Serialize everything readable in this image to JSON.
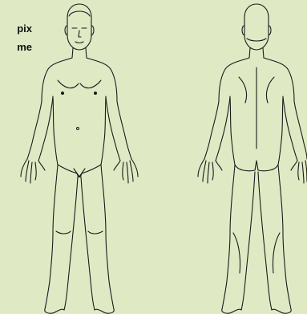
{
  "side_text": {
    "line1": "pix",
    "line2": "me"
  },
  "figures": [
    {
      "view": "front"
    },
    {
      "view": "back"
    }
  ],
  "colors": {
    "background": "#dfeac5",
    "outline": "#1a1a1a"
  }
}
